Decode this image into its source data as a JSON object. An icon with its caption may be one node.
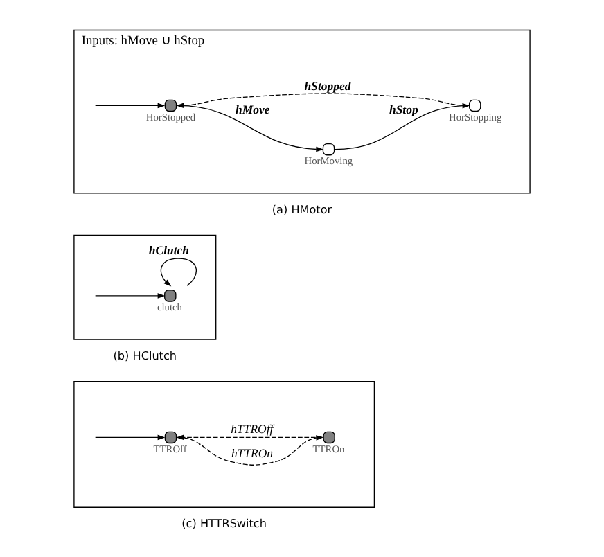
{
  "diagram": {
    "nodes": [
      {
        "text": [
          "Inputs: hMove ∪ hStop"
        ],
        "beside": [
          "(a) HMotor"
        ]
      },
      {
        "text": [],
        "shape": "circle",
        "beside": [
          "HorStopped"
        ],
        "in": 0
      },
      {
        "text": [],
        "shape": "circle",
        "beside": [
          "HorMoving"
        ],
        "in": 0
      },
      {
        "text": [],
        "shape": "circle",
        "beside": [
          "HorStopping"
        ],
        "in": 0
      },
      {
        "text": [],
        "shape": "box",
        "beside": [
          "(b) HClutch"
        ]
      },
      {
        "text": [],
        "shape": "circle",
        "beside": [
          "clutch"
        ],
        "in": 4
      },
      {
        "text": [],
        "shape": "box",
        "beside": [
          "(c) HTTRSwitch"
        ]
      },
      {
        "text": [],
        "shape": "circle",
        "beside": [
          "TTROff"
        ],
        "in": 6
      },
      {
        "text": [],
        "shape": "circle",
        "beside": [
          "TTROn"
        ],
        "in": 6
      }
    ],
    "edges": [
      {
        "from": null,
        "to": 1,
        "arrow": "to"
      },
      {
        "from": 1,
        "to": 2,
        "arrow": "to",
        "label": "hMove"
      },
      {
        "from": 2,
        "to": 3,
        "arrow": "to",
        "label": "hStop"
      },
      {
        "from": 3,
        "to": 1,
        "arrow": "to",
        "label": "hStopped",
        "style": "dashed"
      },
      {
        "from": null,
        "to": 5,
        "arrow": "to"
      },
      {
        "from": 5,
        "to": 5,
        "arrow": "to",
        "label": "hClutch"
      },
      {
        "from": null,
        "to": 7,
        "arrow": "to"
      },
      {
        "from": 7,
        "to": 8,
        "arrow": "to",
        "label": "hTTROn",
        "style": "dashed"
      },
      {
        "from": 8,
        "to": 7,
        "arrow": "to",
        "label": "hTTROff",
        "style": "dashed"
      }
    ]
  }
}
